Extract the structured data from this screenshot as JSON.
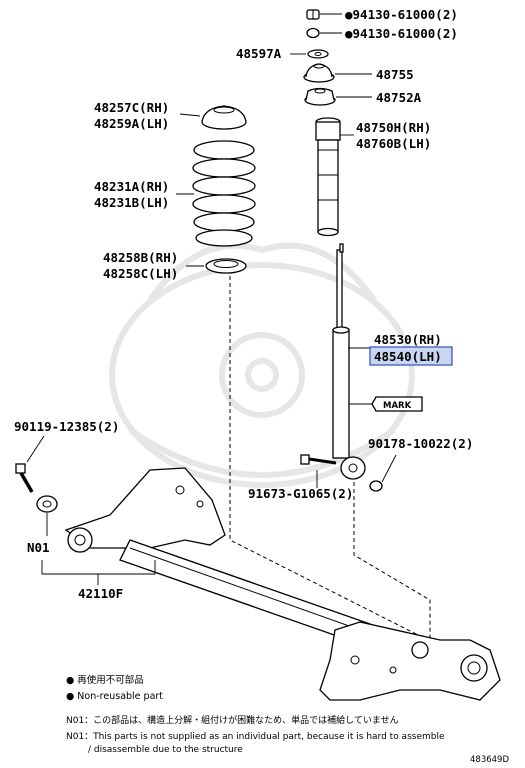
{
  "parts": {
    "nut_1": "●94130-61000(2)",
    "nut_2": "●94130-61000(2)",
    "p48597a": "48597A",
    "p48755": "48755",
    "p48752a": "48752A",
    "p48257c": "48257C(RH)",
    "p48259a": "48259A(LH)",
    "p48750h": "48750H(RH)",
    "p48760b": "48760B(LH)",
    "p48231a": "48231A(RH)",
    "p48231b": "48231B(LH)",
    "p48258b": "48258B(RH)",
    "p48258c": "48258C(LH)",
    "p48530": "48530(RH)",
    "p48540": "48540(LH)",
    "mark": "MARK",
    "p90119": "90119-12385(2)",
    "p90178": "90178-10022(2)",
    "p91673": "91673-G1065(2)",
    "n01": "N01",
    "p42110f": "42110F"
  },
  "legend": {
    "jp": "● 再使用不可部品",
    "en": "● Non-reusable part"
  },
  "notes": {
    "n01_jp": "N01：この部品は、構造上分解・組付けが困難なため、単品では補給していません",
    "n01_en_1": "N01：This parts is not supplied as an individual part, because it is hard to assemble",
    "n01_en_2": "/ disassemble due to the structure"
  },
  "diagram_id": "483649D"
}
